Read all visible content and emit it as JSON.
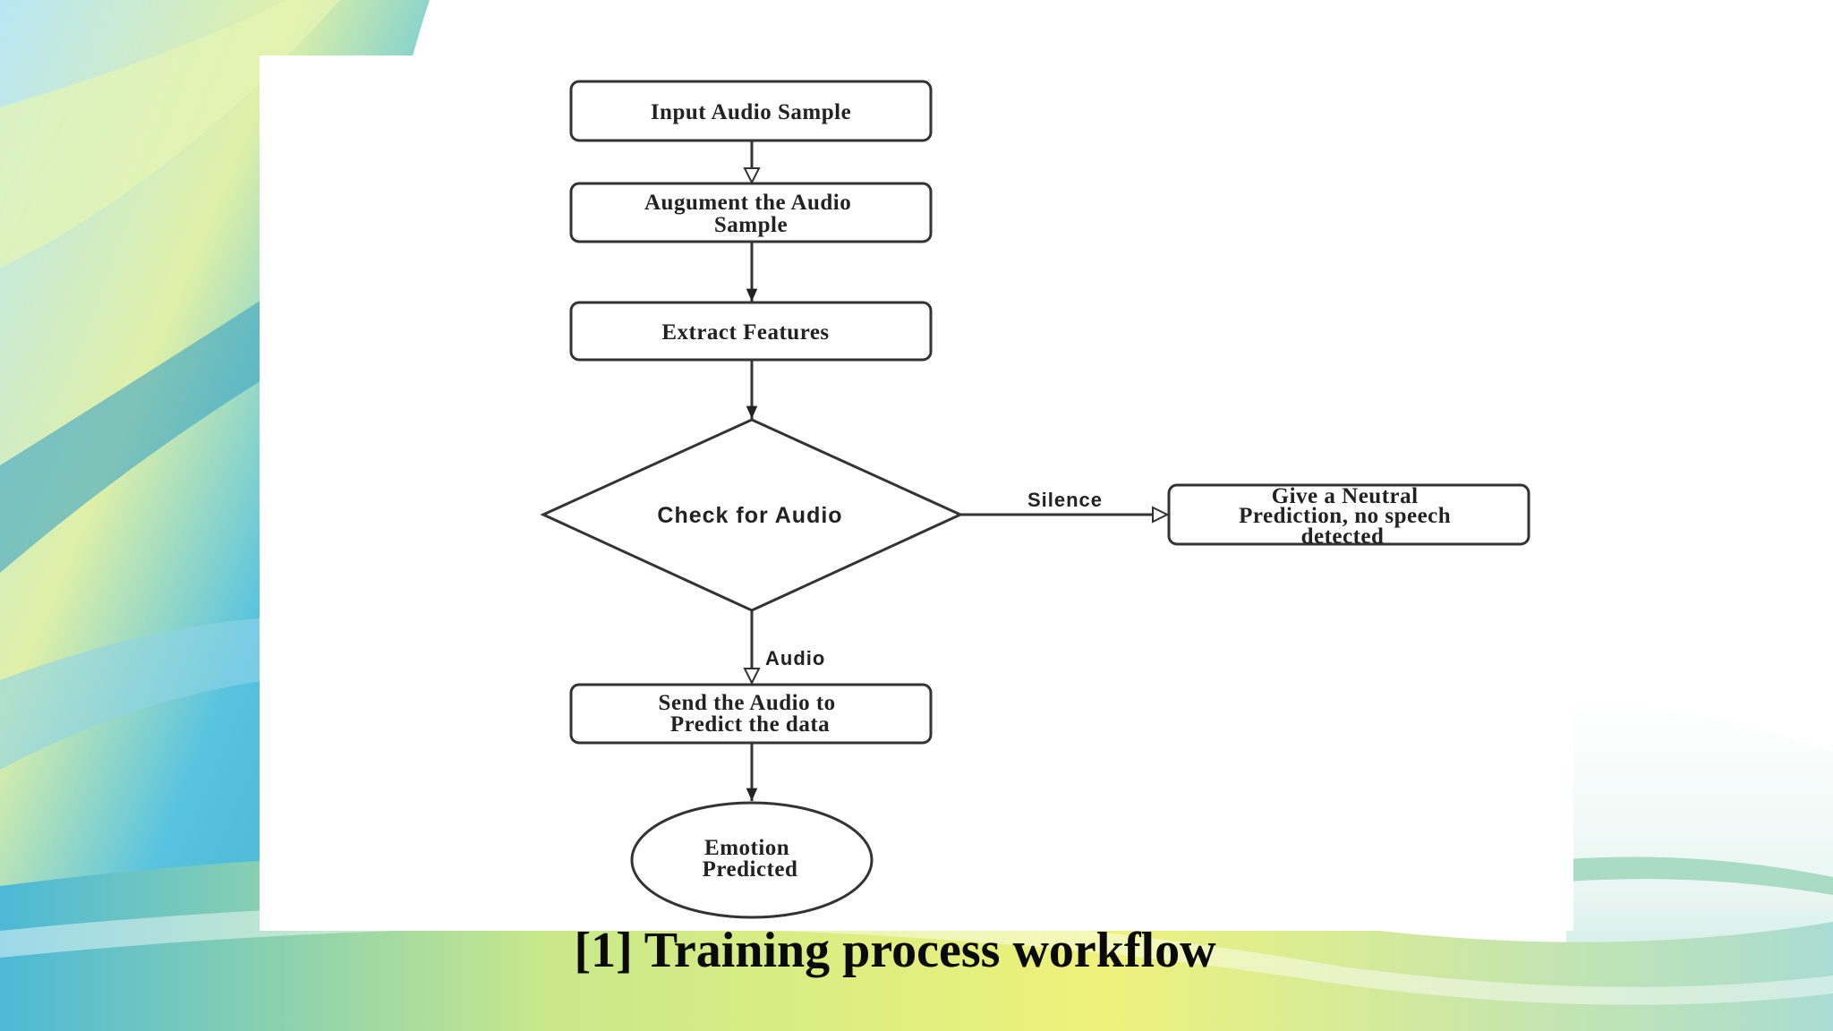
{
  "caption": "[1] Training process workflow",
  "nodes": {
    "input": "Input Audio Sample",
    "augment": [
      "Augument the Audio",
      "Sample"
    ],
    "extract": "Extract Features",
    "check": "Check for Audio",
    "neutral": [
      "Give a Neutral",
      "Prediction, no speech",
      "detected"
    ],
    "send": [
      "Send the Audio to",
      "Predict the data"
    ],
    "emotion": [
      "Emotion",
      "Predicted"
    ]
  },
  "edges": {
    "silence": "Silence",
    "audio": "Audio"
  },
  "colors": {
    "stroke": "#333333",
    "text": "#222222",
    "caption": "#0a0a0a"
  }
}
